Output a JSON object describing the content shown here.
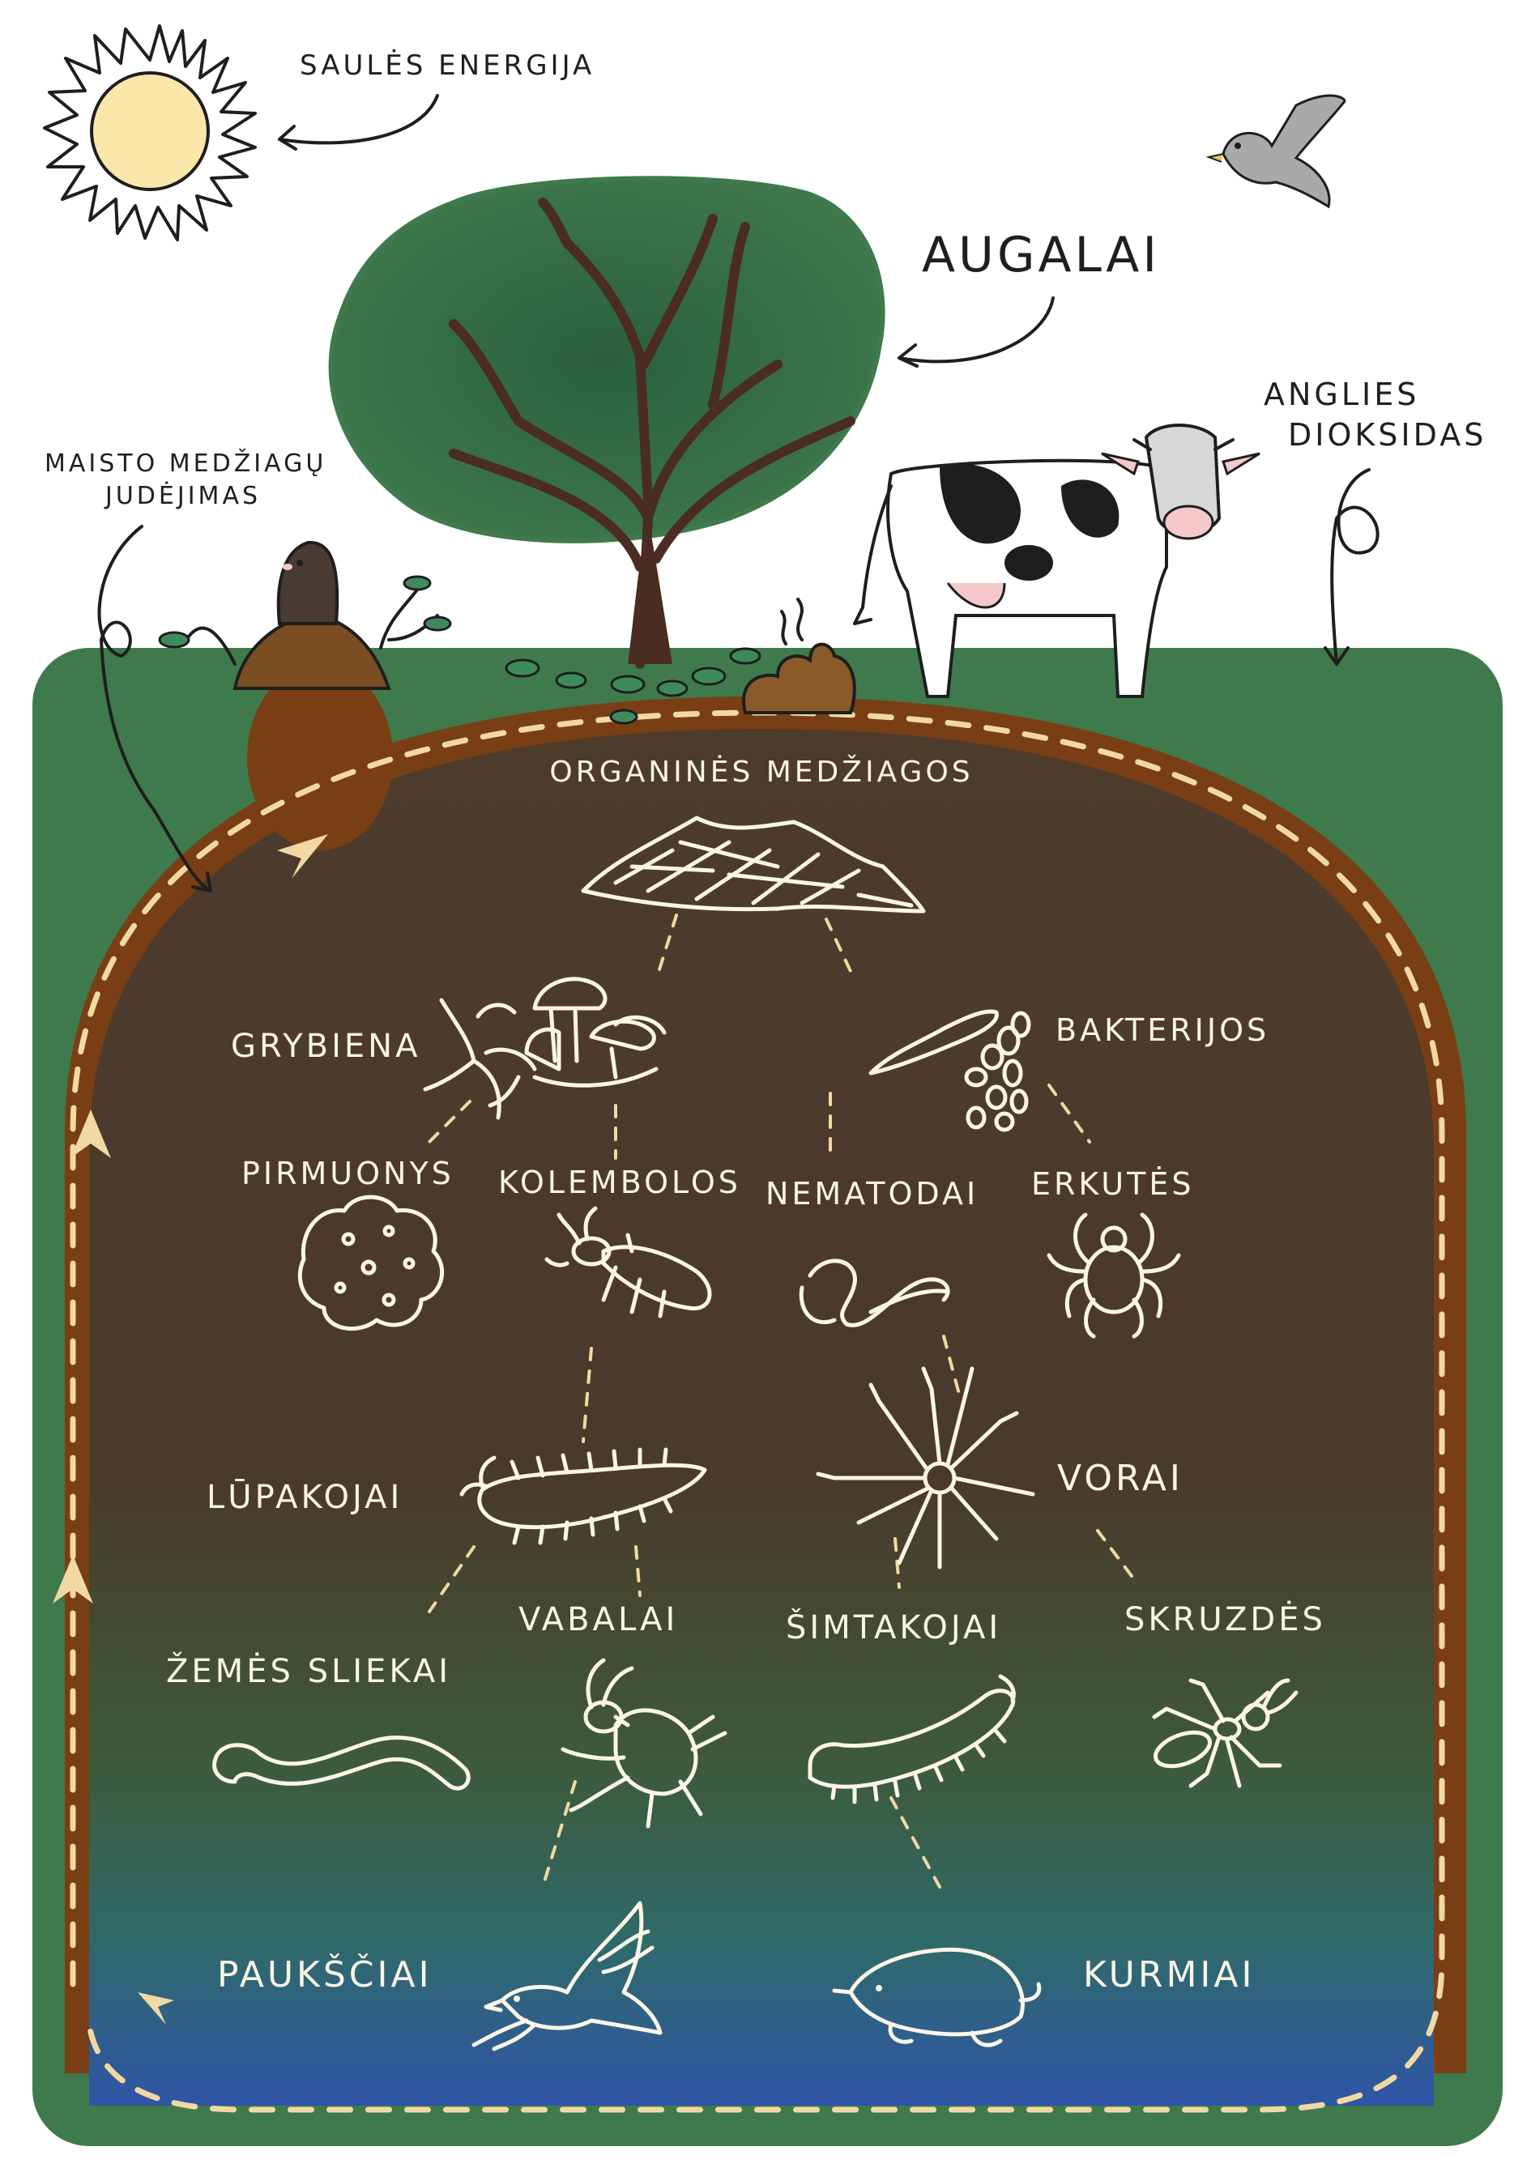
{
  "labels": {
    "sun": "SAULĖS ENERGIJA",
    "plants": "AUGALAI",
    "co2_line1": "ANGLIES",
    "co2_line2": "DIOKSIDAS",
    "nutrients_line1": "MAISTO MEDŽIAGŲ",
    "nutrients_line2": "JUDĖJIMAS",
    "organic": "ORGANINĖS MEDŽIAGOS",
    "fungi": "GRYBIENA",
    "bacteria": "BAKTERIJOS",
    "protozoa": "PIRMUONYS",
    "springtails": "KOLEMBOLOS",
    "nematodes": "NEMATODAI",
    "mites": "ERKUTĖS",
    "centipedes": "LŪPAKOJAI",
    "spiders": "VORAI",
    "earthworms": "ŽEMĖS SLIEKAI",
    "beetles": "VABALAI",
    "millipedes": "ŠIMTAKOJAI",
    "ants": "SKRUZDĖS",
    "birds": "PAUKŠČIAI",
    "moles": "KURMIAI"
  },
  "colors": {
    "grass": "#3f7a4c",
    "soil": "#4d3b2c",
    "soil_rim": "#7a3e14",
    "deep_blue": "#2f55a6",
    "tree_canopy": "#2f6a47",
    "trunk": "#4a2c22",
    "sun": "#fbe7a9",
    "chalk": "#fbf5e6",
    "cycle_dash": "#f2d9a3"
  },
  "icons": [
    "sun-icon",
    "tree-icon",
    "cow-icon",
    "pigeon-icon",
    "mole-mound-icon",
    "manure-icon",
    "organic-matter-icon",
    "fungi-icon",
    "bacteria-icon",
    "protozoa-icon",
    "springtail-icon",
    "nematode-icon",
    "mite-icon",
    "centipede-icon",
    "spider-icon",
    "earthworm-icon",
    "beetle-icon",
    "millipede-icon",
    "ant-icon",
    "bird-icon",
    "mole-icon"
  ]
}
